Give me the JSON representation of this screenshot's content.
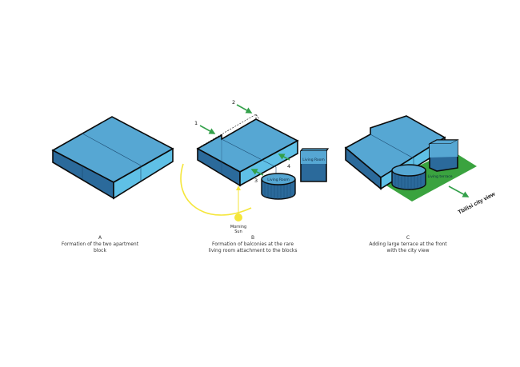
{
  "panels": [
    {
      "letter": "A",
      "line1": "Formation of the two apartment block",
      "line2": ""
    },
    {
      "letter": "B",
      "line1": "Formation of balconies at the rare",
      "line2": "living room attachment to the blocks"
    },
    {
      "letter": "C",
      "line1": "Adding large terrace at the front",
      "line2": "with the city view"
    }
  ],
  "labels": {
    "morning": "Morning",
    "sun": "Sun",
    "living_room": "Living Room",
    "living_terrace": "Living terrace",
    "city_view": "Tbilisi city view",
    "step1": "1",
    "step2": "2",
    "step3": "3",
    "step4": "4"
  },
  "colors": {
    "top": "#56a7d3",
    "left": "#2b6a9b",
    "right": "#5fc0e6",
    "arrow": "#33a04a",
    "terrace": "#3aa33f",
    "sun": "#f5e63a"
  }
}
